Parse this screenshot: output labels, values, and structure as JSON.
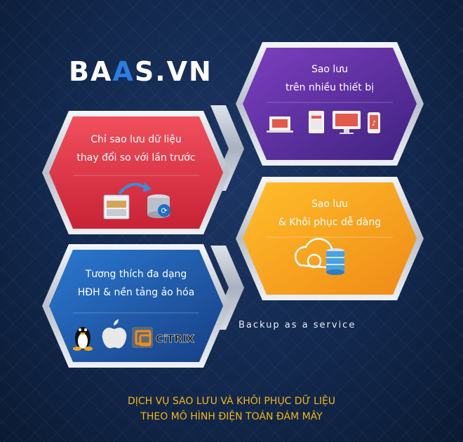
{
  "logo": {
    "part1": "B",
    "part2": "A",
    "accent": "A",
    "part3": "S.VN"
  },
  "panels": {
    "purple": {
      "line1": "Sao lưu",
      "line2": "trên nhiều thiết bị"
    },
    "red": {
      "line1": "Chỉ sao lưu dữ liệu",
      "line2": "thay đổi so với lần trước"
    },
    "orange": {
      "line1": "Sao lưu",
      "line2": "& Khôi phục dễ dàng"
    },
    "blue": {
      "line1": "Tương thích đa dạng",
      "line2": "HĐH & nền tảng ảo hóa"
    }
  },
  "citrix_logo": "CiTRIX",
  "tagline": "Backup as a service",
  "footer": {
    "line1": "DỊCH VỤ SAO LƯU VÀ KHÔI PHỤC DỮ LIỆU",
    "line2": "THEO MÔ HÌNH ĐIỆN TOÁN ĐÁM MÂY"
  },
  "colors": {
    "background": "#12284d",
    "purple": "#5b2f99",
    "red": "#e33b4b",
    "orange": "#f5a21f",
    "blue": "#1f5fb4",
    "footer_text": "#f2b61c",
    "logo_accent": "#2a7de1"
  },
  "icons": [
    "devices-icon",
    "database-transfer-icon",
    "cloud-restore-icon",
    "linux-icon",
    "apple-icon",
    "vmware-icon",
    "citrix-logo"
  ]
}
